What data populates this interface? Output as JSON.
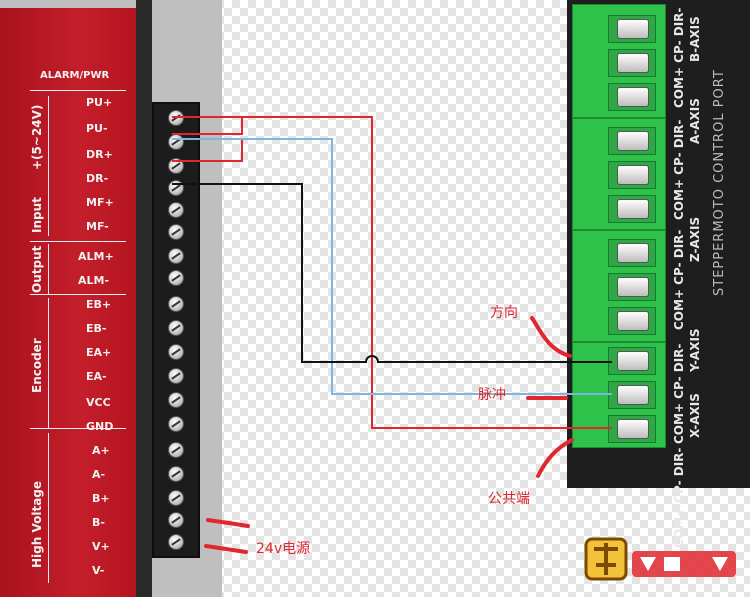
{
  "driver": {
    "top_label": "ALARM/PWR",
    "groups": {
      "input": "Input",
      "voltage": "+(5~24V)",
      "output": "Output",
      "encoder": "Encoder",
      "high_voltage": "High Voltage"
    },
    "pins": [
      "PU+",
      "PU-",
      "DR+",
      "DR-",
      "MF+",
      "MF-",
      "ALM+",
      "ALM-",
      "EB+",
      "EB-",
      "EA+",
      "EA-",
      "VCC",
      "GND",
      "A+",
      "A-",
      "B+",
      "B-",
      "V+",
      "V-"
    ]
  },
  "controller": {
    "port_title": "STEPPERMOTO CONTROL PORT",
    "axes": [
      {
        "label": "COM+ CP- DIR-",
        "axis": "B-AXIS"
      },
      {
        "label": "COM+ CP- DIR-",
        "axis": "A-AXIS"
      },
      {
        "label": "COM+ CP- DIR-",
        "axis": "Z-AXIS"
      },
      {
        "label": "COM+ CP- DIR-",
        "axis": "Y-AXIS"
      },
      {
        "label": "COM+ CP- DIR-",
        "axis": "X-AXIS"
      }
    ]
  },
  "annotations": {
    "direction": "方向",
    "pulse": "脉冲",
    "common": "公共端",
    "power": "24v电源"
  },
  "colors": {
    "wire_red": "#e0272f",
    "wire_blue": "#7fb6e0",
    "wire_black": "#111111",
    "driver_red": "#c41e2b",
    "terminal_green": "#2ec24b"
  }
}
